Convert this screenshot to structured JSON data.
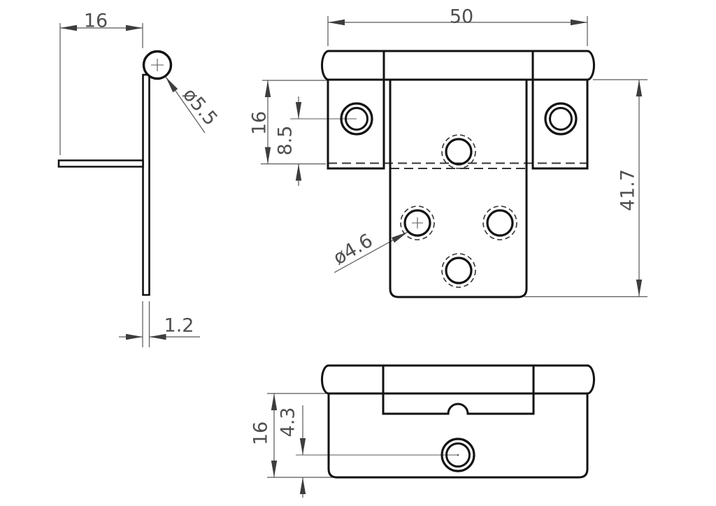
{
  "drawing": {
    "kind": "hinge-orthographic-views",
    "colors": {
      "background": "#ffffff",
      "object_line": "#121212",
      "dimension_line": "#585858",
      "hidden_line": "#343434"
    },
    "dims": {
      "side": {
        "width": "16",
        "pin_diameter": "ø5.5",
        "thickness": "1.2"
      },
      "front": {
        "width": "50",
        "band_height": "16",
        "hole_offset": "8.5",
        "total_height": "41.7",
        "hole_diameter": "ø4.6"
      },
      "bottom": {
        "depth": "16",
        "hole_offset": "4.3"
      }
    }
  }
}
